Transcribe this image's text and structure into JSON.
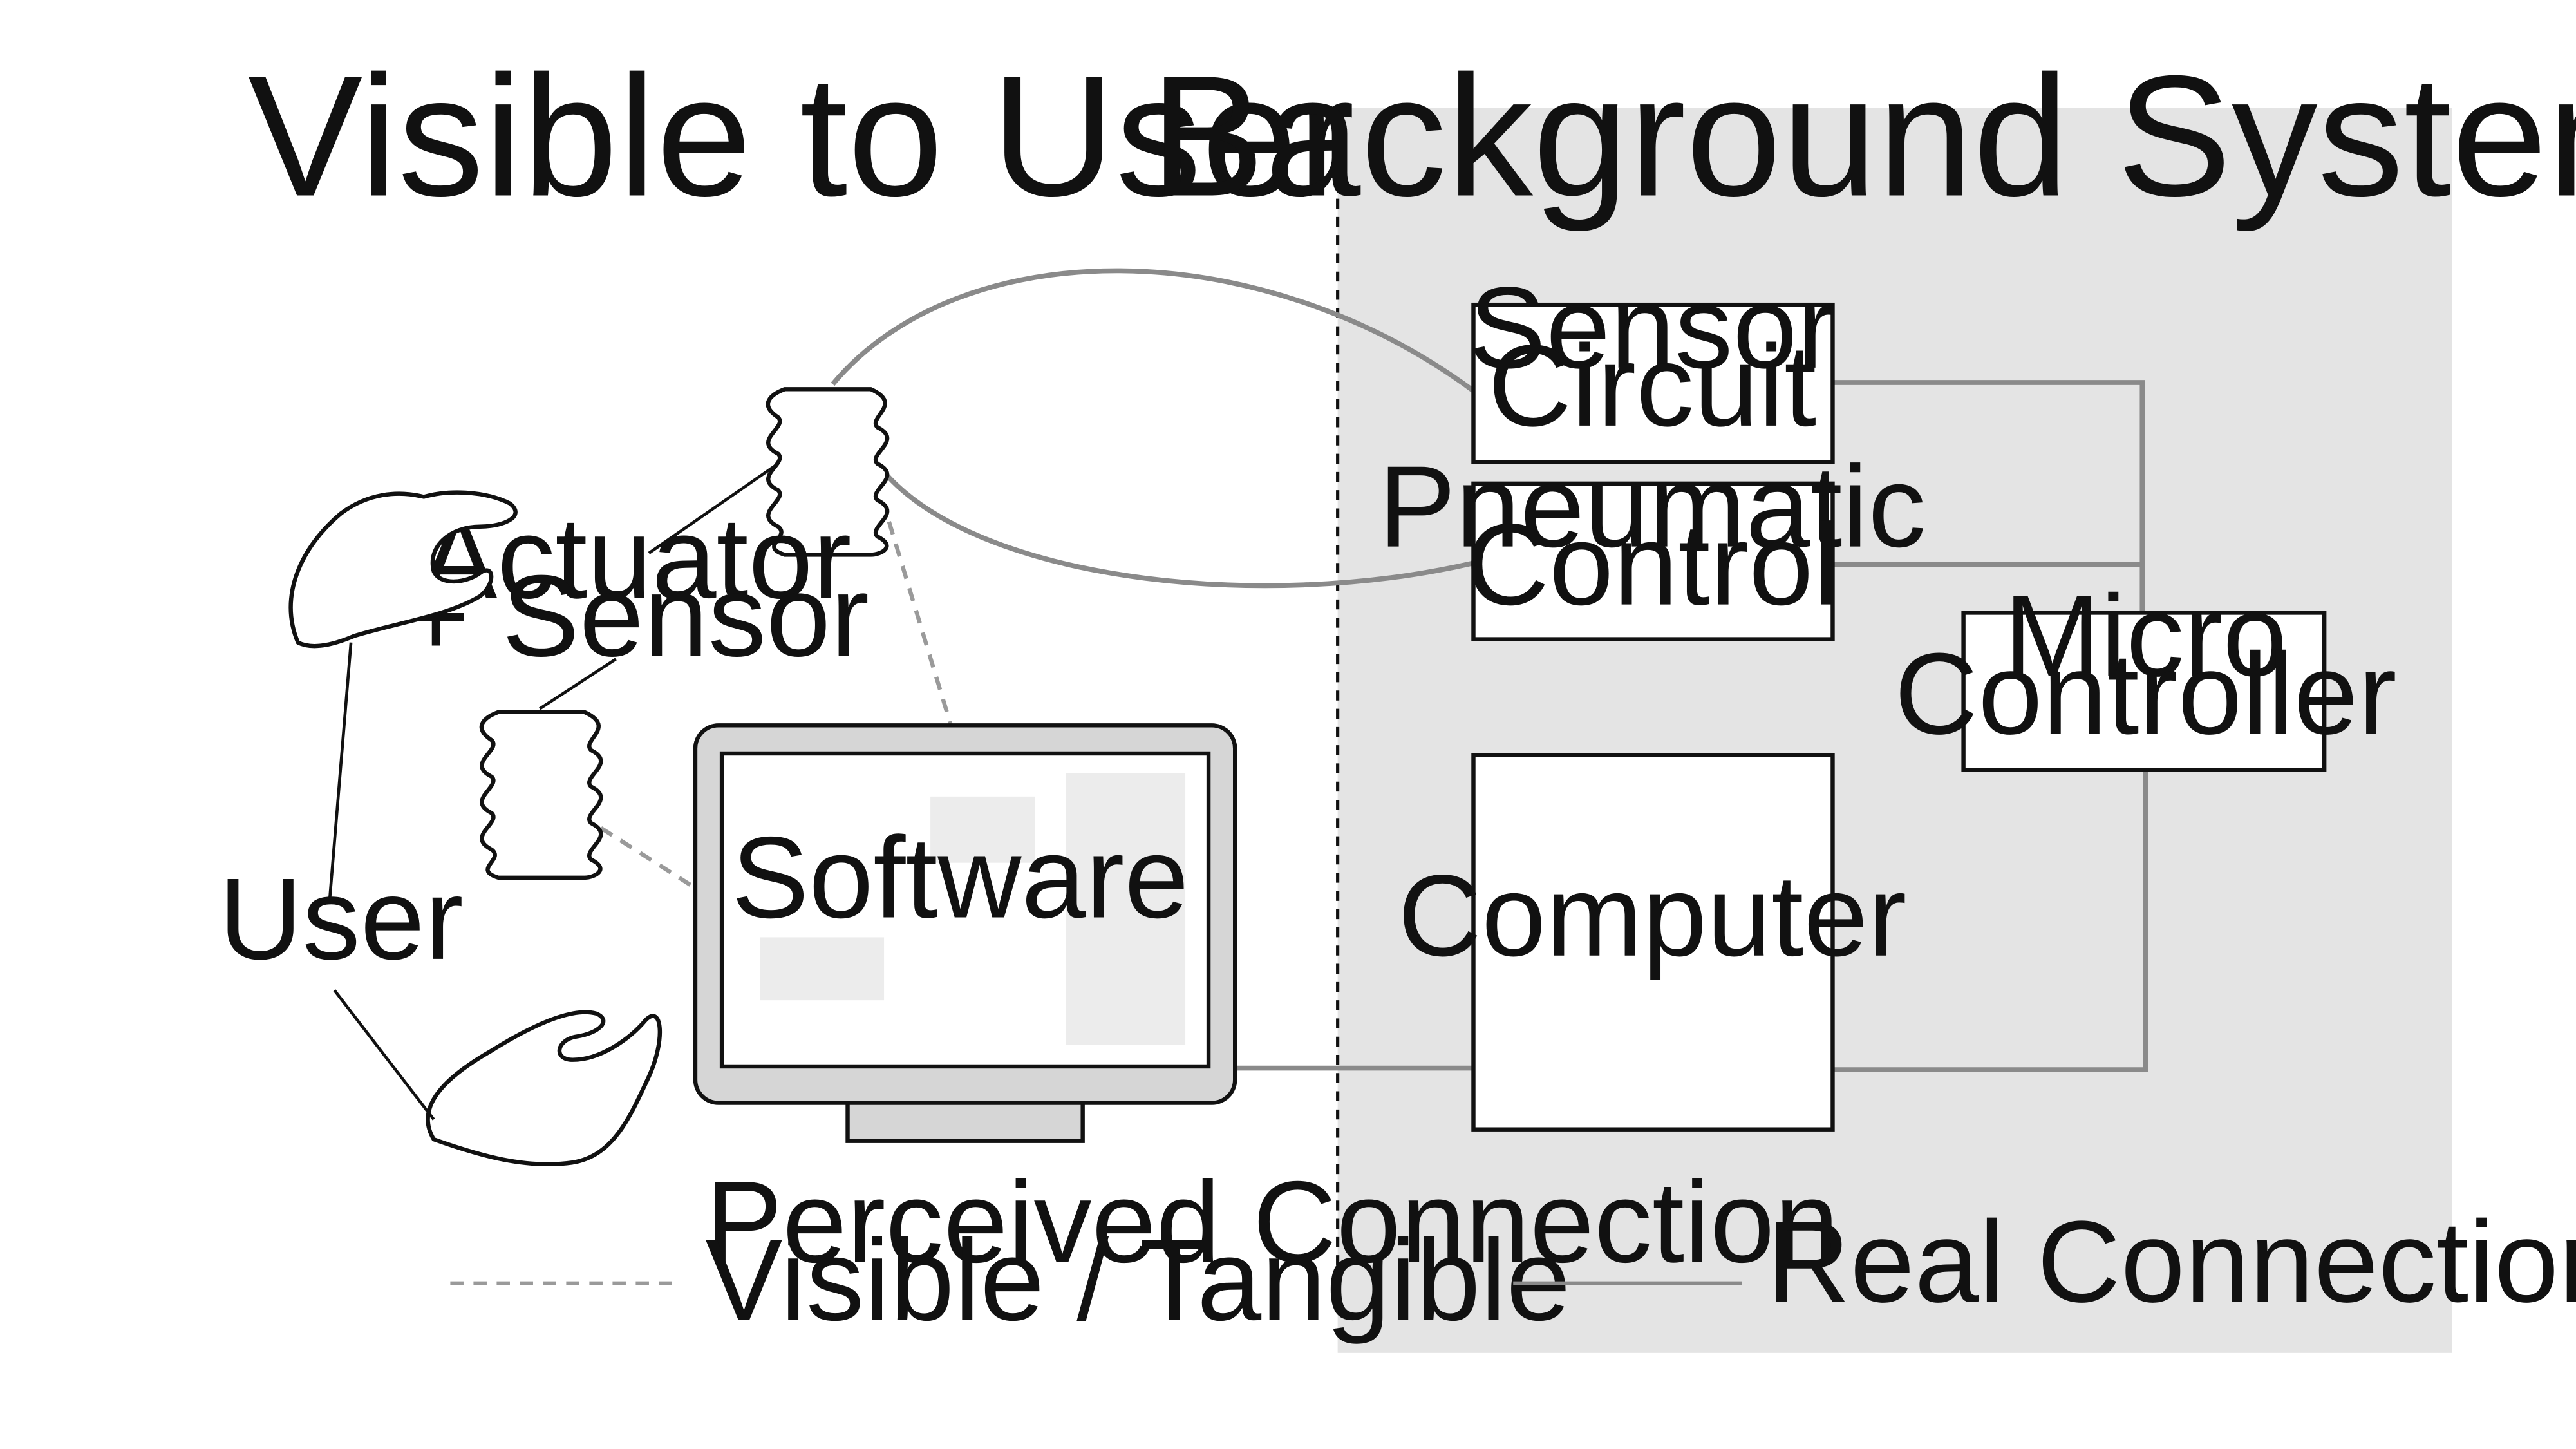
{
  "colors": {
    "background_panel": "#e4e4e4",
    "real_connection": "#8a8a8a",
    "perceived_connection": "#9a9a9a",
    "monitor_frame": "#d6d6d6",
    "screen_placeholder": "#ececec",
    "outline": "#111111"
  },
  "sections": {
    "visible": {
      "title": "Visible to User"
    },
    "background": {
      "title": "Background System"
    }
  },
  "nodes": {
    "sensor_circuit": {
      "line1": "Sensor",
      "line2": "Circuit"
    },
    "pneumatic_control": {
      "line1": "Pneumatic",
      "line2": "Control"
    },
    "micro_controller": {
      "line1": "Micro",
      "line2": "Controller"
    },
    "computer": {
      "label": "Computer"
    },
    "software": {
      "label": "Software"
    },
    "actuator_sensor": {
      "line1": "Actuator",
      "line2": "+ Sensor"
    },
    "user": {
      "label": "User"
    }
  },
  "legend": {
    "perceived": {
      "line1": "Perceived Connection",
      "line2": "Visible / Tangible"
    },
    "real": {
      "label": "Real Connection"
    }
  },
  "icons": [
    "hand-icon",
    "actuator-icon",
    "monitor-icon"
  ]
}
